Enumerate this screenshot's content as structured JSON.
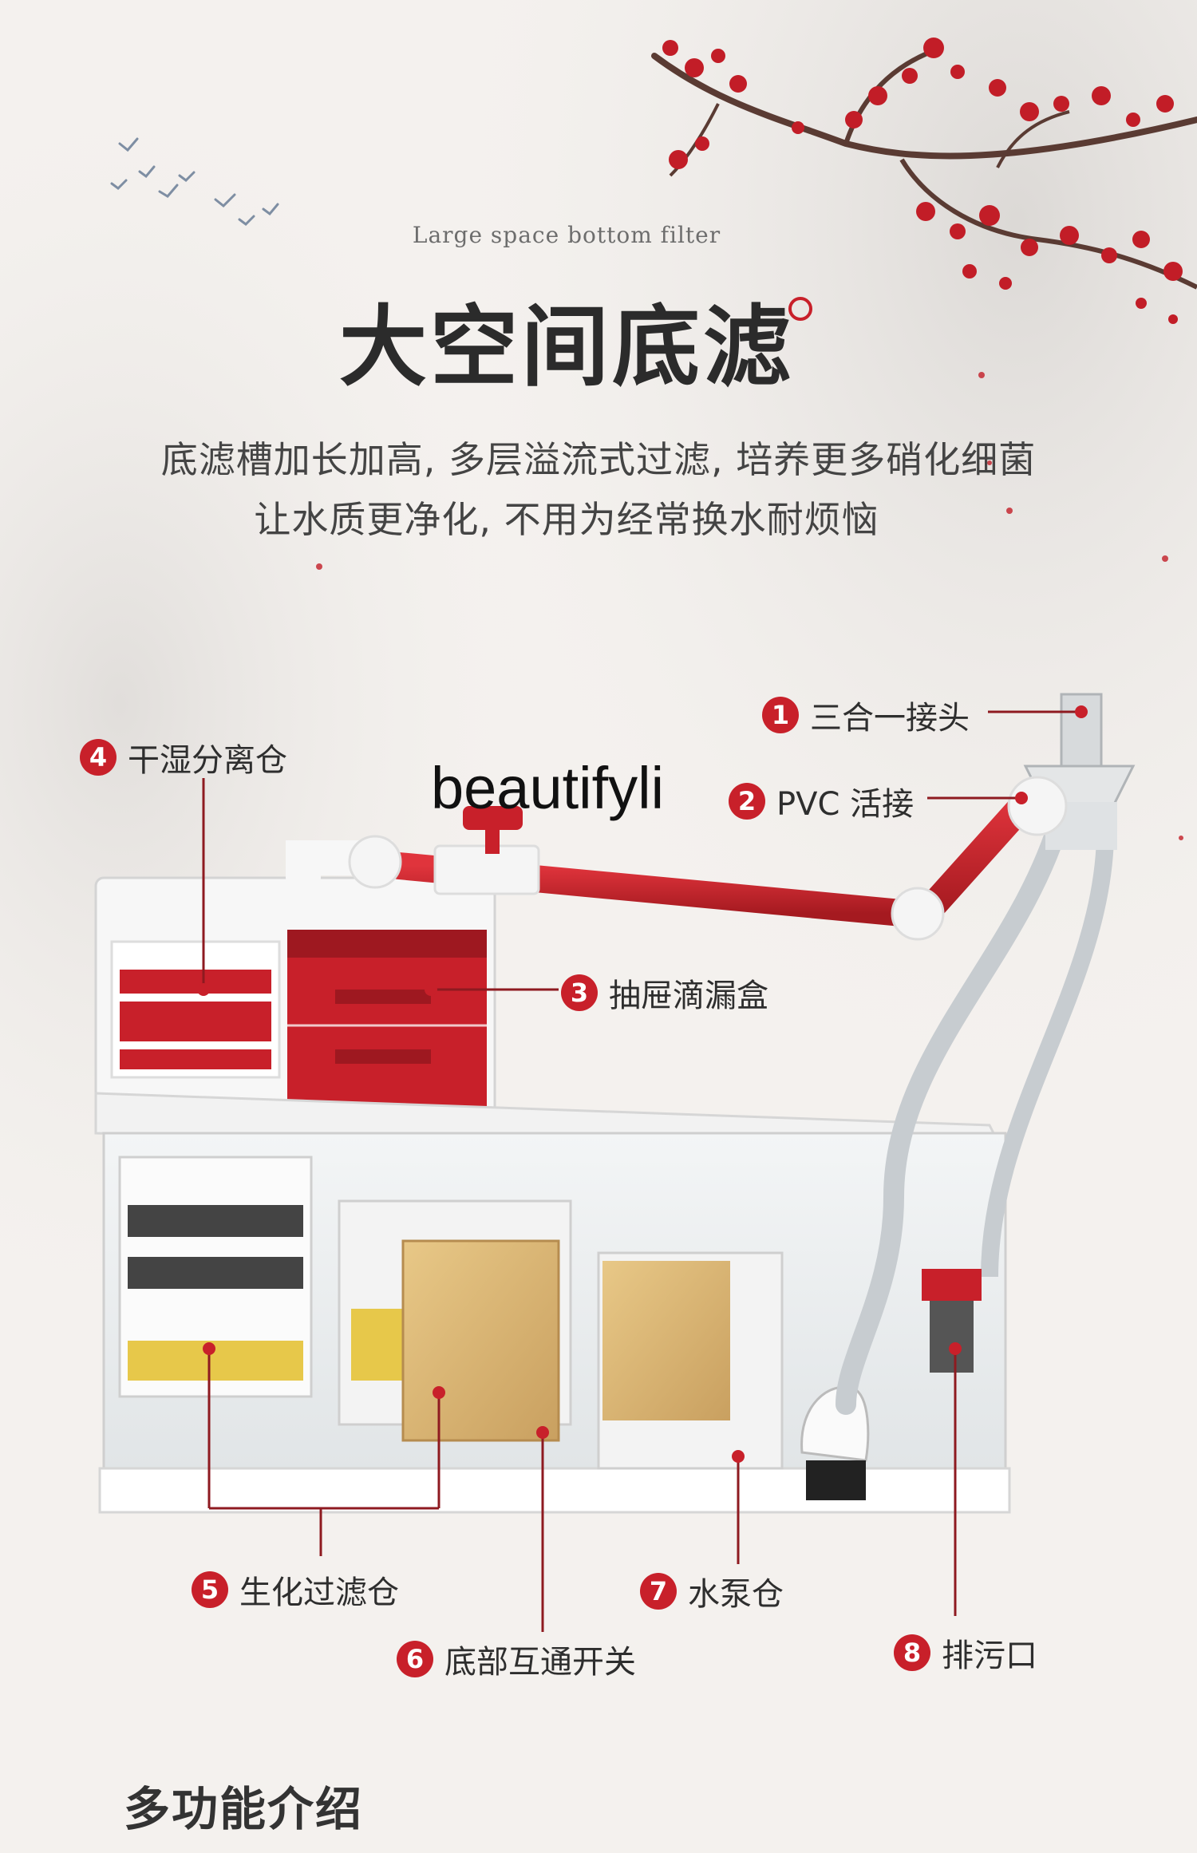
{
  "header": {
    "subtitle_en": "Large space bottom filter",
    "title": "大空间底滤",
    "desc_line1": "底滤槽加长加高, 多层溢流式过滤, 培养更多硝化细菌",
    "desc_line2": "让水质更净化, 不用为经常换水耐烦恼"
  },
  "watermark": "beautifyli",
  "callouts": [
    {
      "num": "1",
      "label": "三合一接头"
    },
    {
      "num": "2",
      "label": "PVC 活接"
    },
    {
      "num": "3",
      "label": "抽屉滴漏盒"
    },
    {
      "num": "4",
      "label": "干湿分离仓"
    },
    {
      "num": "5",
      "label": "生化过滤仓"
    },
    {
      "num": "6",
      "label": "底部互通开关"
    },
    {
      "num": "7",
      "label": "水泵仓"
    },
    {
      "num": "8",
      "label": "排污口"
    }
  ],
  "footer": {
    "section_title": "多功能介绍"
  },
  "colors": {
    "accent": "#c8202a",
    "background": "#f4f1ee",
    "text": "#333333"
  }
}
